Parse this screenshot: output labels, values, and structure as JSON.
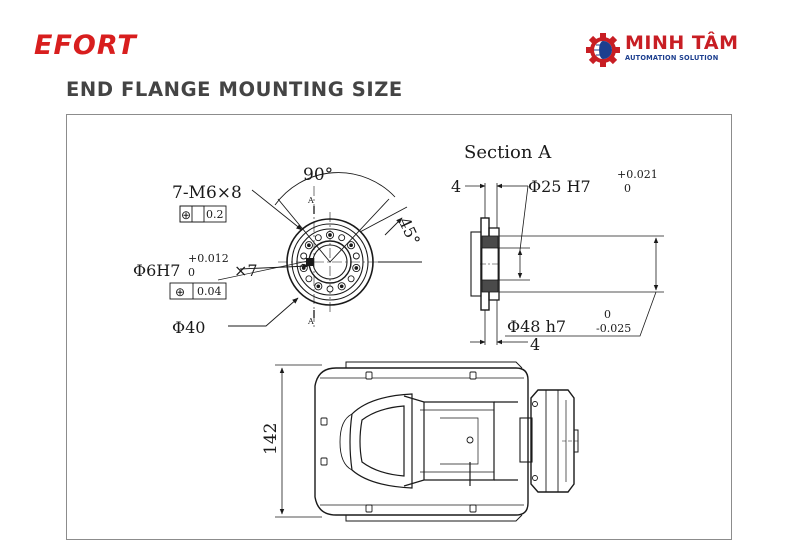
{
  "header": {
    "brand": "EFORT",
    "logo_name": "MINH TÂM",
    "logo_tagline": "AUTOMATION SOLUTION",
    "logo_icon": "gear-globe-icon",
    "title": "END FLANGE MOUNTING SIZE"
  },
  "drawing": {
    "front_view": {
      "angle_top": "90°",
      "angle_side": "45°",
      "section_mark": "A",
      "thread_holes": "7-M6×8",
      "thread_tolerance": "0.2",
      "pin_holes": "Φ6H7",
      "pin_tol_upper": "+0.012",
      "pin_tol_lower": "0",
      "pin_count": "×7",
      "pin_tolerance": "0.04",
      "pcd": "Φ40",
      "position_symbol": "⊕"
    },
    "section_view": {
      "title": "Section A",
      "depth_top": "4",
      "bore": "Φ25 H7",
      "bore_tol_upper": "+0.021",
      "bore_tol_lower": "0",
      "spigot": "Φ48 h7",
      "spigot_tol_upper": "0",
      "spigot_tol_lower": "-0.025",
      "depth_bottom": "4"
    },
    "side_view": {
      "height": "142"
    }
  },
  "colors": {
    "brand_red": "#d81e1e",
    "logo_red": "#c81e24",
    "logo_blue": "#1d3f8f",
    "title_gray": "#444444",
    "line": "#1a1a1a"
  }
}
